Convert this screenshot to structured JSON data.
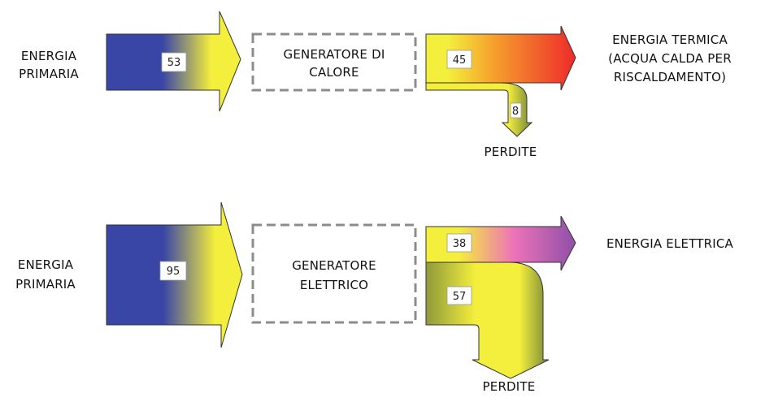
{
  "colors": {
    "primary_blue": "#3a46a6",
    "yellow": "#f4ee3c",
    "olive": "#8e9a3a",
    "heat_red": "#ee2a2a",
    "electric_purple": "#8f4fa8",
    "electric_pink": "#ee74b8",
    "box_dashed": "#8c8c8c"
  },
  "top": {
    "input_label": [
      "ENERGIA",
      "PRIMARIA"
    ],
    "input_value": "53",
    "generator_label": [
      "GENERATORE DI",
      "CALORE"
    ],
    "output_value": "45",
    "output_label": [
      "ENERGIA TERMICA",
      "(ACQUA CALDA PER",
      "RISCALDAMENTO)"
    ],
    "loss_value": "8",
    "loss_label": "PERDITE"
  },
  "bottom": {
    "input_label": [
      "ENERGIA",
      "PRIMARIA"
    ],
    "input_value": "95",
    "generator_label": [
      "GENERATORE",
      "ELETTRICO"
    ],
    "output_value": "38",
    "output_label": "ENERGIA ELETTRICA",
    "loss_value": "57",
    "loss_label": "PERDITE"
  }
}
